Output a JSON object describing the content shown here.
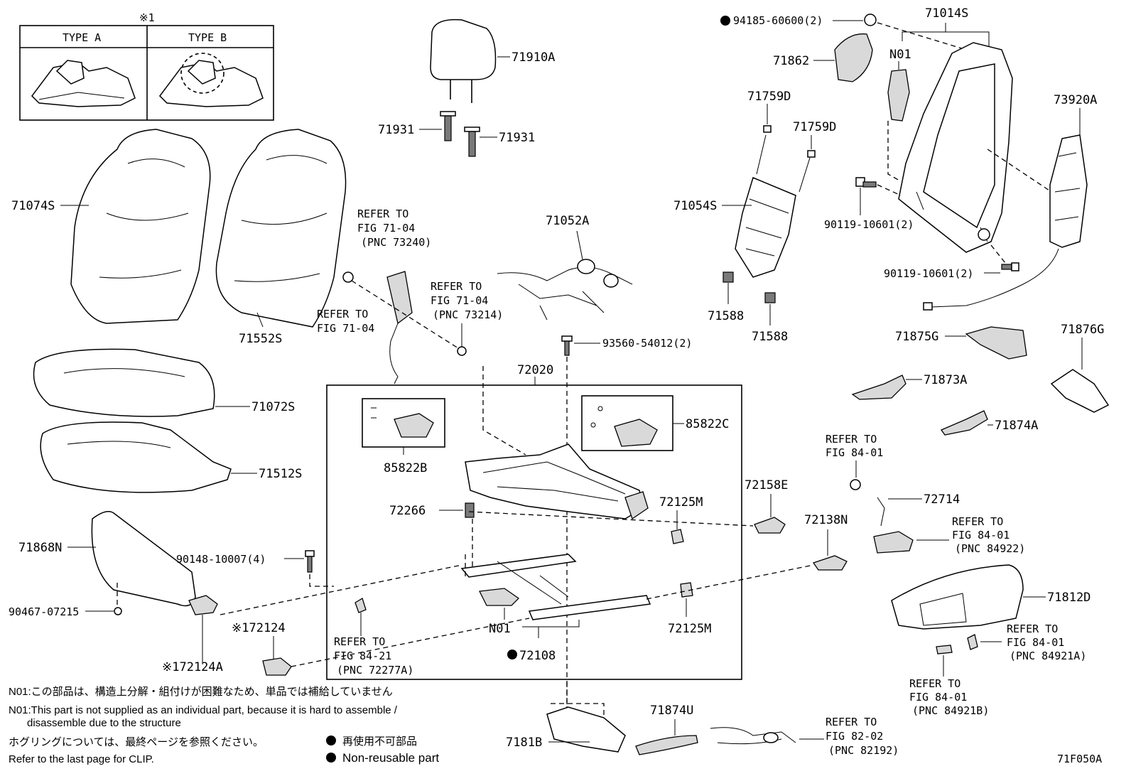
{
  "type_box": {
    "mark": "※1",
    "type_a": "TYPE A",
    "type_b": "TYPE B"
  },
  "labels": {
    "p71910A": "71910A",
    "p71931a": "71931",
    "p71931b": "71931",
    "p71074S": "71074S",
    "p71552S": "71552S",
    "p71072S": "71072S",
    "p71512S": "71512S",
    "p71868N": "71868N",
    "p90467": "90467-07215",
    "p90148": "90148-10007(4)",
    "p72124a": "※172124",
    "p72124A": "※172124A",
    "p71052A": "71052A",
    "p93560": "93560-54012(2)",
    "p72020": "72020",
    "p85822B": "85822B",
    "p85822C": "85822C",
    "p72266": "72266",
    "p72125Ma": "72125M",
    "p72125Mb": "72125M",
    "p72158E": "72158E",
    "p72138N": "72138N",
    "pN01a": "N01",
    "p72108": "72108",
    "p7181B": "7181B",
    "p71874U": "71874U",
    "p94185": "94185-60600(2)",
    "p71014S": "71014S",
    "pN01b": "N01",
    "p71862": "71862",
    "p71759Da": "71759D",
    "p71759Db": "71759D",
    "p71054S": "71054S",
    "p71588a": "71588",
    "p71588b": "71588",
    "p73920A": "73920A",
    "p90119a": "90119-10601(2)",
    "p90119b": "90119-10601(2)",
    "p71875G": "71875G",
    "p71876G": "71876G",
    "p71873A": "71873A",
    "p71874A": "71874A",
    "p72714": "72714",
    "p71812D": "71812D"
  },
  "refs": {
    "r1": [
      "REFER TO",
      "FIG 71-04",
      "(PNC 73240)"
    ],
    "r2": [
      "REFER TO",
      "FIG 71-04"
    ],
    "r3": [
      "REFER TO",
      "FIG 71-04",
      "(PNC 73214)"
    ],
    "r4": [
      "REFER TO",
      "FIG 84-21",
      "(PNC 72277A)"
    ],
    "r5": [
      "REFER TO",
      "FIG 84-01"
    ],
    "r6": [
      "REFER TO",
      "FIG 84-01",
      "(PNC 84922)"
    ],
    "r7": [
      "REFER TO",
      "FIG 84-01",
      "(PNC 84921A)"
    ],
    "r8": [
      "REFER TO",
      "FIG 84-01",
      "(PNC 84921B)"
    ],
    "r9": [
      "REFER TO",
      "FIG 82-02",
      "(PNC 82192)"
    ]
  },
  "notes": {
    "n01_jp": "N01:この部品は、構造上分解・組付けが困難なため、単品では補給していません",
    "n01_en1": "N01:This part is not supplied as an individual part, because it is hard to assemble /",
    "n01_en2": "disassemble due to the structure",
    "clip_jp": "ホグリングについては、最終ページを参照ください。",
    "clip_en": "Refer to the last page for CLIP.",
    "nonreuse_jp": "再使用不可部品",
    "nonreuse_en": "Non-reusable part",
    "fig_code": "71F050A"
  }
}
